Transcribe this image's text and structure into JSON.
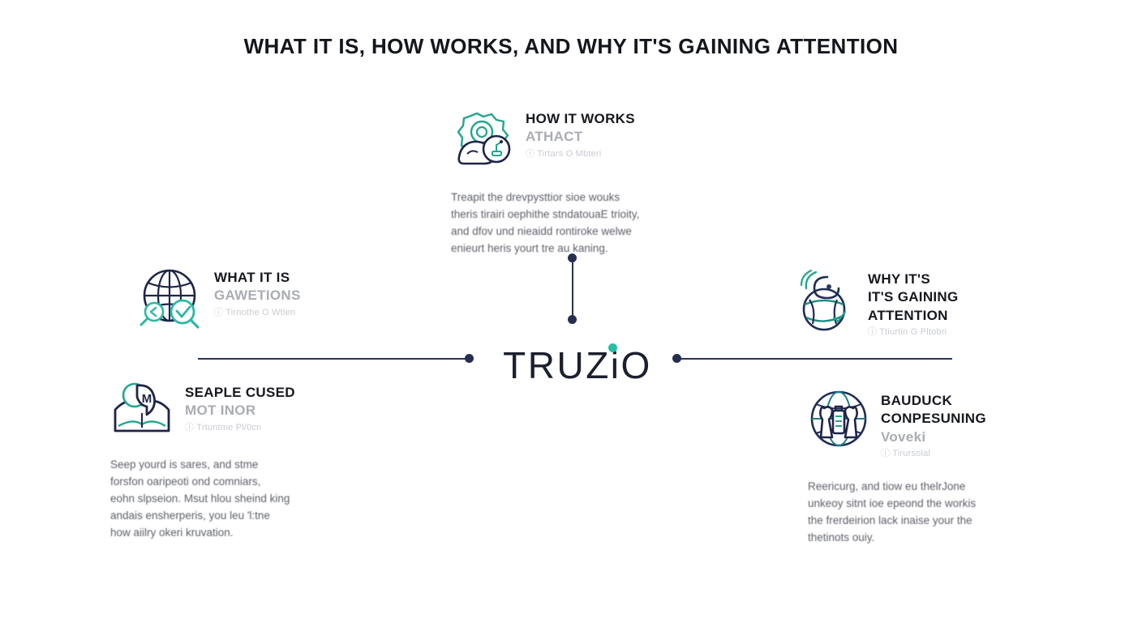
{
  "page": {
    "title": "WHAT IT IS, HOW WORKS, AND WHY IT'S GAINING ATTENTION",
    "background_color": "#ffffff"
  },
  "brand": {
    "name": "TRUZiO",
    "accent_color": "#26bfa5",
    "text_color": "#1b1f2e"
  },
  "connectors": {
    "line_color": "#2c3350",
    "node_color": "#262e52"
  },
  "blocks": {
    "how_it_works": {
      "icon": "gear-document-icon",
      "title": "HOW IT WORKS",
      "subtitle": "ATHACT",
      "meta": "ⓘ Tirtars O Mbteri",
      "body": "Treapit the drevpysttior sioe wouks\ntheris tirairi oephithe stndatouaE trioity,\nand dfov und nieaidd rontiroke welwe\nenieurt heris yourt tre au kaning."
    },
    "what_it_is": {
      "icon": "globe-search-icon",
      "title": "WHAT IT IS",
      "subtitle": "GAWETIONS",
      "meta": "ⓘ Tirnothe O Wtlen",
      "body": ""
    },
    "why_gaining": {
      "icon": "swirl-globe-icon",
      "title": "WHY IT'S\nIT'S GAINING\nATTENTION",
      "subtitle": "",
      "meta": "ⓘ Ttiurtin G Pltobri",
      "body": ""
    },
    "people_used": {
      "icon": "person-book-icon",
      "title": "SEAPLE CUSED",
      "subtitle": "MOT INOR",
      "meta": "ⓘ Trtuntme Pl/0cn",
      "body": "Seep yourd is sares, and stme\nforsfon oaripeoti ond comniars,\neohn slpseion. Msut hlou sheind king\nandais ensherperis, you leu 'l:tne\nhow aiilry okeri kruvation."
    },
    "backed_by": {
      "icon": "globe-people-icon",
      "title": "BAUDUCK\nCONPESUNING",
      "subtitle": "Voveki",
      "meta": "ⓘ Tirursolal",
      "body": "Reericurg, and tiow eu thelrJone\nunkeoy sitnt ioe epeond the workis\nthe frerdeirion lack inaise your the\nthetinots ouiy."
    }
  }
}
